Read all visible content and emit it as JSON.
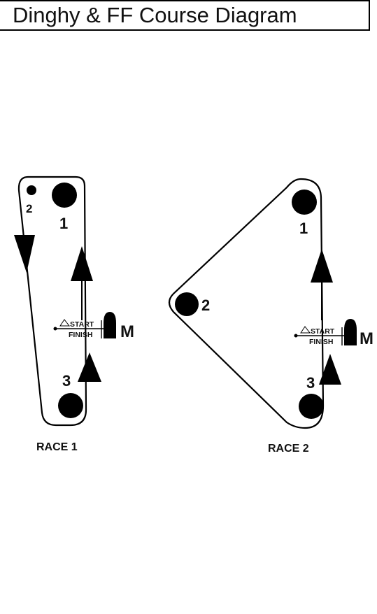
{
  "title": "Dinghy & FF Course Diagram",
  "race1": {
    "label": "RACE 1",
    "marks": {
      "top": "1",
      "offset": "2",
      "bottom": "3"
    },
    "start": "START",
    "finish": "FINISH",
    "committee": "M"
  },
  "race2": {
    "label": "RACE 2",
    "marks": {
      "top": "1",
      "wing": "2",
      "bottom": "3"
    },
    "start": "START",
    "finish": "FINISH",
    "committee": "M"
  }
}
